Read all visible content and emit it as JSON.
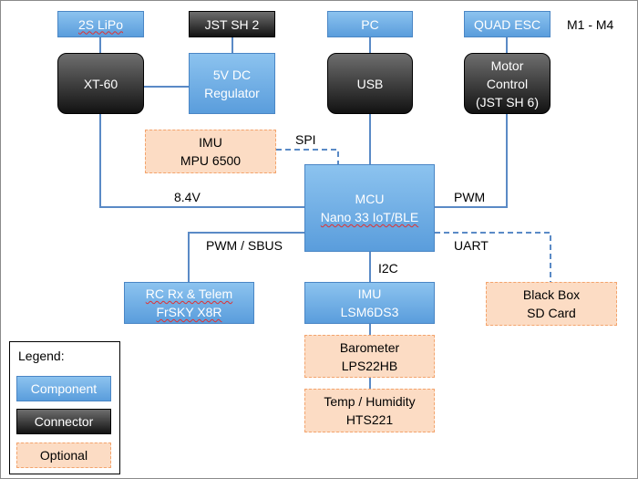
{
  "boxes": {
    "lipo": "2S LiPo",
    "jst2": "JST SH 2",
    "pc": "PC",
    "quad_esc": "QUAD ESC",
    "xt60": "XT-60",
    "regulator": [
      "5V DC",
      "Regulator"
    ],
    "usb": "USB",
    "motor": [
      "Motor",
      "Control",
      "(JST SH 6)"
    ],
    "imu_mpu": [
      "IMU",
      "MPU 6500"
    ],
    "mcu": [
      "MCU",
      "Nano 33 IoT/BLE"
    ],
    "rc": [
      "RC Rx & Telem",
      "FrSKY X8R"
    ],
    "imu_lsm": [
      "IMU",
      "LSM6DS3"
    ],
    "blackbox": [
      "Black Box",
      "SD Card"
    ],
    "baro": [
      "Barometer",
      "LPS22HB"
    ],
    "temp": [
      "Temp / Humidity",
      "HTS221"
    ]
  },
  "labels": {
    "m1_m4": "M1 - M4",
    "spi": "SPI",
    "v84": "8.4V",
    "pwm": "PWM",
    "pwm_sbus": "PWM / SBUS",
    "uart": "UART",
    "i2c": "I2C"
  },
  "legend": {
    "title": "Legend:",
    "component": "Component",
    "connector": "Connector",
    "optional": "Optional"
  },
  "colors": {
    "component": "#5a9ddc",
    "connector": "#121212",
    "optional": "#fcdcc4",
    "optional_border": "#f3a46d",
    "line": "#5a8ac6"
  }
}
